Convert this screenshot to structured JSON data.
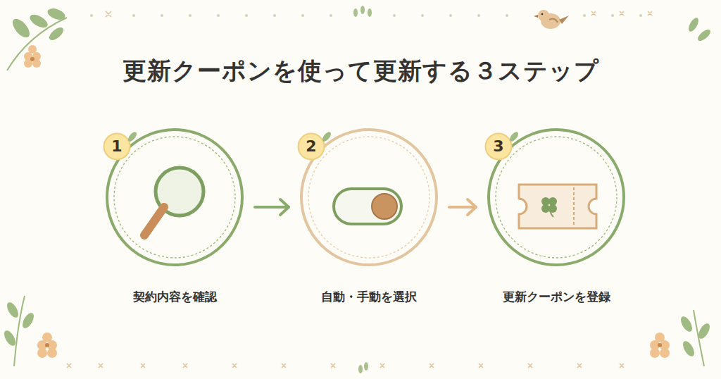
{
  "diagram": {
    "title": "更新クーポンを使って更新する３ステップ",
    "nodes": [
      {
        "text": [
          "契約内容を確認"
        ]
      },
      {
        "text": [
          "1"
        ],
        "in": 0
      },
      {
        "text": [
          "自動・手動を選択"
        ]
      },
      {
        "text": [
          "2"
        ],
        "in": 2
      },
      {
        "text": [
          "更新クーポンを登録"
        ]
      },
      {
        "text": [
          "3"
        ],
        "in": 4
      }
    ],
    "edges": [
      {
        "from": 0,
        "to": 2,
        "arrow": "to"
      },
      {
        "from": 2,
        "to": 4,
        "arrow": "to"
      }
    ]
  }
}
